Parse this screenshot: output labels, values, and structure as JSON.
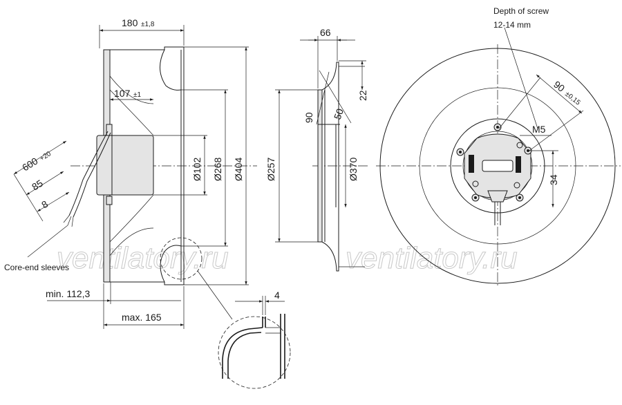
{
  "side_view": {
    "dim_width": "180",
    "dim_width_tol": "±1,8",
    "dim_inner": "107",
    "dim_inner_tol": "±1",
    "dim_cable": "600",
    "dim_cable_tol": "+20",
    "dim_85": "85",
    "dim_8": "8",
    "dia_102": "Ø102",
    "dia_268": "Ø268",
    "dia_404": "Ø404",
    "min_label": "min. 112,3",
    "max_label": "max. 165",
    "core_end_label": "Core-end sleeves"
  },
  "nozzle_view": {
    "dim_66": "66",
    "dim_22": "22",
    "dim_50": "50",
    "dim_90": "90",
    "dia_257": "Ø257",
    "dia_370": "Ø370"
  },
  "detail": {
    "dim_4": "4"
  },
  "front_view": {
    "depth_label_line1": "Depth of screw",
    "depth_label_line2": "12-14 mm",
    "dim_90": "90",
    "dim_90_tol": "±0,15",
    "thread_label": "M5",
    "dim_34": "34"
  },
  "watermarks": [
    "ventilatory.ru",
    "ventilatory.ru"
  ]
}
